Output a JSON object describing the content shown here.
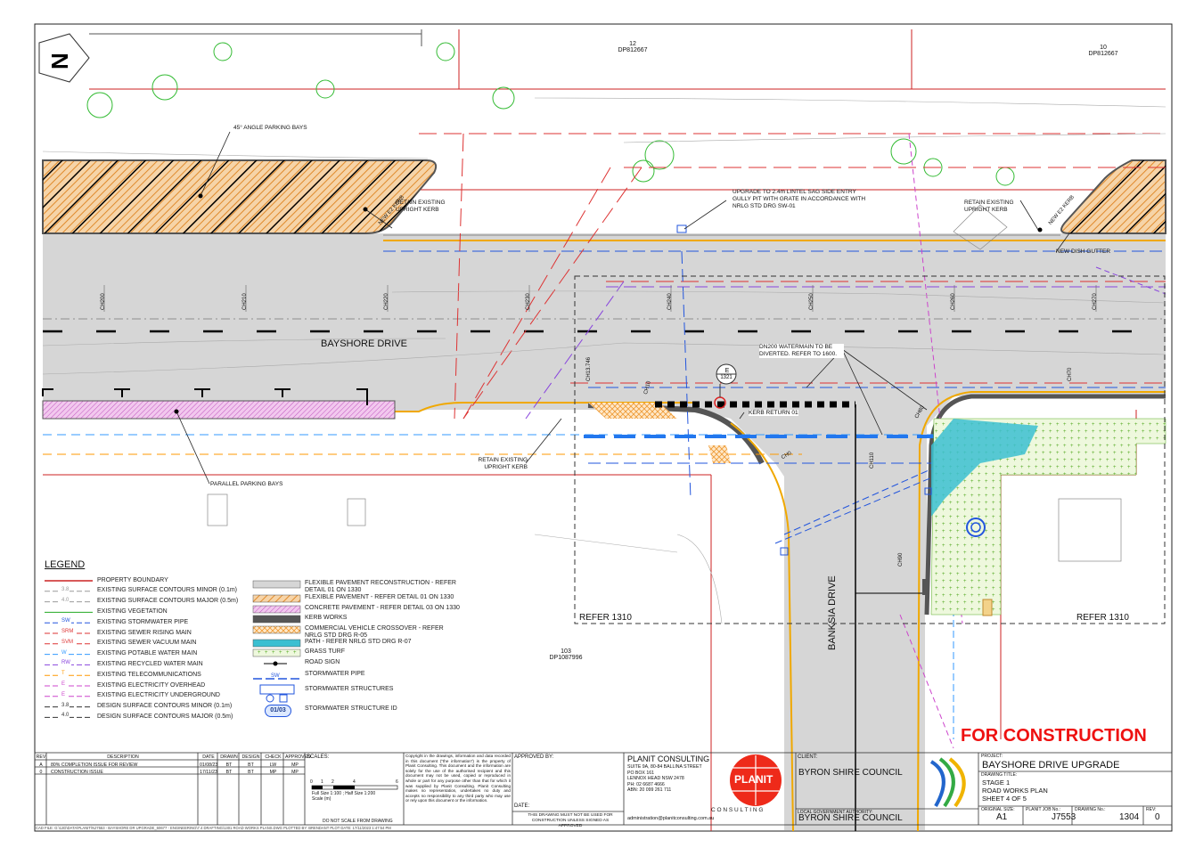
{
  "lots": {
    "lot12": "12",
    "lot12_dp": "DP812667",
    "lot10": "10",
    "lot10_dp": "DP812667",
    "lot103": "103",
    "lot103_dp": "DP1087996"
  },
  "roads": {
    "main": "BAYSHORE DRIVE",
    "side": "BANKSIA DRIVE"
  },
  "chainages": [
    "CH200",
    "CH210",
    "CH220",
    "CH230",
    "CH240",
    "CH250",
    "CH260",
    "CH270"
  ],
  "annotations": {
    "angle_parking": "45° ANGLE PARKING BAYS",
    "parallel_parking": "PARALLEL PARKING BAYS",
    "retain_kerb_1": "RETAIN EXISTING UPRIGHT KERB",
    "retain_kerb_2": "RETAIN EXISTING UPRIGHT KERB",
    "retain_kerb_3": "RETAIN EXISTING UPRIGHT KERB",
    "new_e2_kerb_1": "NEW E2 KERB",
    "new_e2_kerb_2": "NEW E2 KERB",
    "upgrade_pit": "UPGRADE TO 2.4m LINTEL SAG SIDE ENTRY GULLY PIT WITH GRATE IN ACCORDANCE WITH NRLG STD DRG SW-01",
    "new_dish_gutter": "NEW DISH GUTTER",
    "watermain": "DN200 WATERMAIN TO BE DIVERTED. REFER TO 1600.",
    "kerb_return": "KERB RETURN 01",
    "refer_left": "REFER 1310",
    "refer_right": "REFER 1310",
    "for_construction": "FOR CONSTRUCTION",
    "structure_id": "1321",
    "structure_letter": "E",
    "ch13": "CH13.746",
    "ch10": "CH10",
    "ch0": "CH0",
    "ch80": "CH80",
    "ch70": "CH70",
    "ch90": "CH90",
    "ch110": "CH110"
  },
  "legend": {
    "title": "LEGEND",
    "left": [
      {
        "key": "",
        "label": "PROPERTY BOUNDARY",
        "color": "#cc2222"
      },
      {
        "key": "3.8",
        "label": "EXISTING SURFACE CONTOURS MINOR (0.1m)",
        "color": "#999999"
      },
      {
        "key": "4.0",
        "label": "EXISTING SURFACE CONTOURS MAJOR (0.5m)",
        "color": "#999999"
      },
      {
        "key": "",
        "label": "EXISTING VEGETATION",
        "color": "#22aa22"
      },
      {
        "key": "SW",
        "label": "EXISTING STORMWATER PIPE",
        "color": "#2255dd"
      },
      {
        "key": "SRM",
        "label": "EXISTING SEWER RISING MAIN",
        "color": "#dd3333"
      },
      {
        "key": "SVM",
        "label": "EXISTING SEWER VACUUM MAIN",
        "color": "#dd3333"
      },
      {
        "key": "W",
        "label": "EXISTING POTABLE WATER MAIN",
        "color": "#3399ff"
      },
      {
        "key": "RW",
        "label": "EXISTING RECYCLED WATER MAIN",
        "color": "#8844dd"
      },
      {
        "key": "T",
        "label": "EXISTING TELECOMMUNICATIONS",
        "color": "#ff9900"
      },
      {
        "key": "E",
        "label": "EXISTING ELECTRICITY OVERHEAD",
        "color": "#cc44cc"
      },
      {
        "key": "E",
        "label": "EXISTING ELECTRICITY UNDERGROUND",
        "color": "#cc44cc"
      },
      {
        "key": "3.8",
        "label": "DESIGN SURFACE CONTOURS MINOR (0.1m)",
        "color": "#333333"
      },
      {
        "key": "4.0",
        "label": "DESIGN SURFACE CONTOURS MAJOR (0.5m)",
        "color": "#333333"
      }
    ],
    "right": [
      {
        "label": "FLEXIBLE PAVEMENT RECONSTRUCTION - REFER DETAIL 01 ON 1330"
      },
      {
        "label": "FLEXIBLE PAVEMENT - REFER DETAIL 01 ON 1330"
      },
      {
        "label": "CONCRETE PAVEMENT - REFER DETAIL 03 ON 1330"
      },
      {
        "label": "KERB WORKS"
      },
      {
        "label": "COMMERCIAL VEHICLE CROSSOVER - REFER NRLG STD DRG R-05"
      },
      {
        "label": "PATH - REFER NRLG STD DRG R-07"
      },
      {
        "label": "GRASS TURF"
      },
      {
        "label": "ROAD SIGN"
      },
      {
        "label": "STORMWATER PIPE"
      },
      {
        "label": "STORMWATER STRUCTURES"
      },
      {
        "label": "STORMWATER STRUCTURE ID"
      }
    ],
    "structure_id_sample": "01/03",
    "sw_key": "SW"
  },
  "revisions": {
    "headers": [
      "REV",
      "DESCRIPTION",
      "DATE",
      "DRAWN",
      "DESIGN",
      "CHECK",
      "APPROVED"
    ],
    "rows": [
      [
        "A",
        "80% COMPLETION ISSUE FOR REVIEW",
        "01/08/23",
        "BT",
        "BT",
        "LW",
        "MP"
      ],
      [
        "0",
        "CONSTRUCTION ISSUE",
        "17/11/23",
        "BT",
        "BT",
        "MP",
        "MP"
      ]
    ]
  },
  "scales": {
    "title": "SCALES:",
    "ticks": [
      "0",
      "1",
      "2",
      "4",
      "6"
    ],
    "full_size": "Full Size 1:100 ; Half Size 1:200",
    "scale_unit": "Scale (m)",
    "do_not_scale": "DO NOT SCALE FROM DRAWING"
  },
  "copyright": "Copyright in the drawings, information and data recorded in this document (\"the information\") is the property of Planit Consulting. This document and the information are solely for the use of the authorised recipient and this document may not be used, copied or reproduced in whole or part for any purpose other than that for which it was supplied by Planit Consulting. Planit Consulting makes no representation, undertakes no duty and accepts no responsibility to any third party who may use or rely upon this document or the information.",
  "approval": {
    "approved_by": "APPROVED BY:",
    "date": "DATE:",
    "not_for_construction": "THIS DRAWING MUST NOT BE USED FOR CONSTRUCTION UNLESS SIGNED AS APPROVED"
  },
  "consultant": {
    "name": "PLANIT CONSULTING",
    "address1": "SUITE 9A, 80-84 BALLINA STREET",
    "address2": "PO BOX 161",
    "address3": "LENNOX HEAD NSW 2478",
    "phone": "PH: 02 6687 4666",
    "abn": "ABN: 20 099 261 711",
    "email": "administration@planitconsulting.com.au",
    "logo_text": "PLANIT",
    "logo_sub": "C O N S U L T I N G"
  },
  "client": {
    "label": "CLIENT:",
    "name": "BYRON SHIRE COUNCIL",
    "lga_label": "LOCAL GOVERNMENT AUTHORITY:",
    "lga_name": "BYRON SHIRE COUNCIL"
  },
  "project": {
    "label": "PROJECT:",
    "name": "BAYSHORE DRIVE UPGRADE",
    "title_label": "DRAWING TITLE:",
    "title1": "STAGE 1",
    "title2": "ROAD WORKS PLAN",
    "title3": "SHEET 4 OF 5",
    "orig_size_label": "ORIGINAL SIZE:",
    "orig_size": "A1",
    "job_label": "PLANIT JOB No.:",
    "job": "J7553",
    "drawing_label": "DRAWING No.:",
    "drawing": "1304",
    "rev_label": "REV:",
    "rev": "0"
  },
  "cad_file": "CAD FILE: G:\\12D\\DATA\\PLANIT\\NJ7553 - BAYSHORE DR UPGRADE_60677 - ENGINEERING\\7.4 DRAFTING\\1301 ROAD WORKS PLANS.DWG PLOTTED BY: BRENDANT  PLOT DATE: 17/11/2023 1:47:54 PM",
  "colors": {
    "property": "#cc2222",
    "stormwater": "#2255dd",
    "sewer": "#dd3333",
    "water": "#3399ff",
    "recycled": "#8844dd",
    "electric": "#cc44cc",
    "kerb": "#555555",
    "road": "#d6d6d6",
    "path": "#3bbfd1",
    "for_construction": "#ee1111"
  }
}
